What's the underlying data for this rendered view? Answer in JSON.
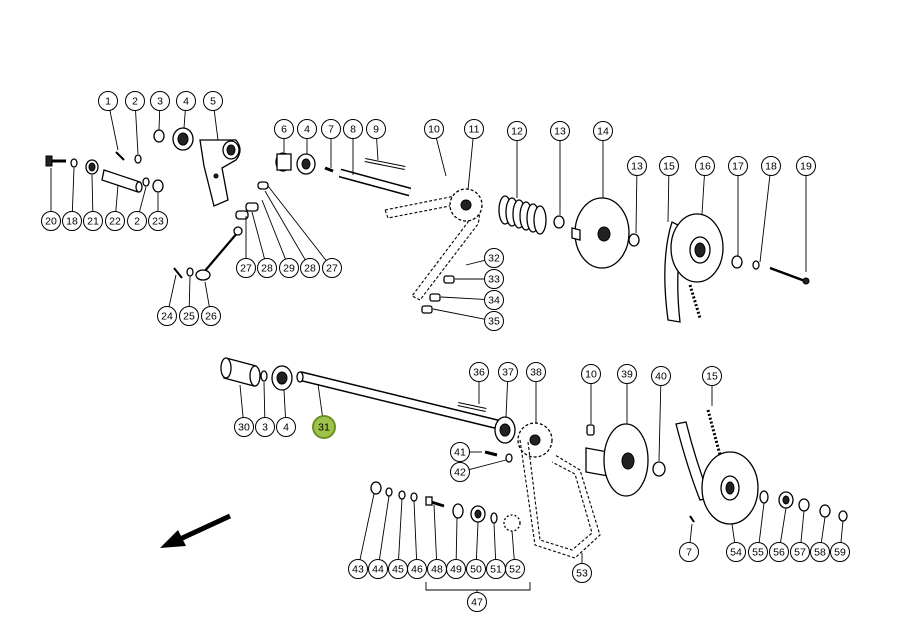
{
  "diagram": {
    "highlight_color": "#9dc34a",
    "callouts": [
      {
        "id": "c1",
        "label": "1"
      },
      {
        "id": "c2a",
        "label": "2"
      },
      {
        "id": "c3a",
        "label": "3"
      },
      {
        "id": "c4a",
        "label": "4"
      },
      {
        "id": "c5",
        "label": "5"
      },
      {
        "id": "c6",
        "label": "6"
      },
      {
        "id": "c4b",
        "label": "4"
      },
      {
        "id": "c7a",
        "label": "7"
      },
      {
        "id": "c8",
        "label": "8"
      },
      {
        "id": "c9",
        "label": "9"
      },
      {
        "id": "c10a",
        "label": "10"
      },
      {
        "id": "c11",
        "label": "11"
      },
      {
        "id": "c12",
        "label": "12"
      },
      {
        "id": "c13a",
        "label": "13"
      },
      {
        "id": "c14",
        "label": "14"
      },
      {
        "id": "c13b",
        "label": "13"
      },
      {
        "id": "c15a",
        "label": "15"
      },
      {
        "id": "c16",
        "label": "16"
      },
      {
        "id": "c17",
        "label": "17"
      },
      {
        "id": "c18a",
        "label": "18"
      },
      {
        "id": "c19",
        "label": "19"
      },
      {
        "id": "c20",
        "label": "20"
      },
      {
        "id": "c18b",
        "label": "18"
      },
      {
        "id": "c21",
        "label": "21"
      },
      {
        "id": "c22",
        "label": "22"
      },
      {
        "id": "c2b",
        "label": "2"
      },
      {
        "id": "c23",
        "label": "23"
      },
      {
        "id": "c27a",
        "label": "27"
      },
      {
        "id": "c28a",
        "label": "28"
      },
      {
        "id": "c29",
        "label": "29"
      },
      {
        "id": "c28b",
        "label": "28"
      },
      {
        "id": "c27b",
        "label": "27"
      },
      {
        "id": "c24",
        "label": "24"
      },
      {
        "id": "c25",
        "label": "25"
      },
      {
        "id": "c26",
        "label": "26"
      },
      {
        "id": "c32",
        "label": "32"
      },
      {
        "id": "c33",
        "label": "33"
      },
      {
        "id": "c34",
        "label": "34"
      },
      {
        "id": "c35",
        "label": "35"
      },
      {
        "id": "c30",
        "label": "30"
      },
      {
        "id": "c3b",
        "label": "3"
      },
      {
        "id": "c4c",
        "label": "4"
      },
      {
        "id": "c31",
        "label": "31",
        "highlight": true
      },
      {
        "id": "c36",
        "label": "36"
      },
      {
        "id": "c37",
        "label": "37"
      },
      {
        "id": "c38",
        "label": "38"
      },
      {
        "id": "c10b",
        "label": "10"
      },
      {
        "id": "c39",
        "label": "39"
      },
      {
        "id": "c40",
        "label": "40"
      },
      {
        "id": "c15b",
        "label": "15"
      },
      {
        "id": "c41",
        "label": "41"
      },
      {
        "id": "c42",
        "label": "42"
      },
      {
        "id": "c43",
        "label": "43"
      },
      {
        "id": "c44",
        "label": "44"
      },
      {
        "id": "c45",
        "label": "45"
      },
      {
        "id": "c46",
        "label": "46"
      },
      {
        "id": "c48",
        "label": "48"
      },
      {
        "id": "c49",
        "label": "49"
      },
      {
        "id": "c50",
        "label": "50"
      },
      {
        "id": "c51",
        "label": "51"
      },
      {
        "id": "c52",
        "label": "52"
      },
      {
        "id": "c47",
        "label": "47"
      },
      {
        "id": "c53",
        "label": "53"
      },
      {
        "id": "c7b",
        "label": "7"
      },
      {
        "id": "c54",
        "label": "54"
      },
      {
        "id": "c55",
        "label": "55"
      },
      {
        "id": "c56",
        "label": "56"
      },
      {
        "id": "c57",
        "label": "57"
      },
      {
        "id": "c58",
        "label": "58"
      },
      {
        "id": "c59",
        "label": "59"
      }
    ]
  }
}
